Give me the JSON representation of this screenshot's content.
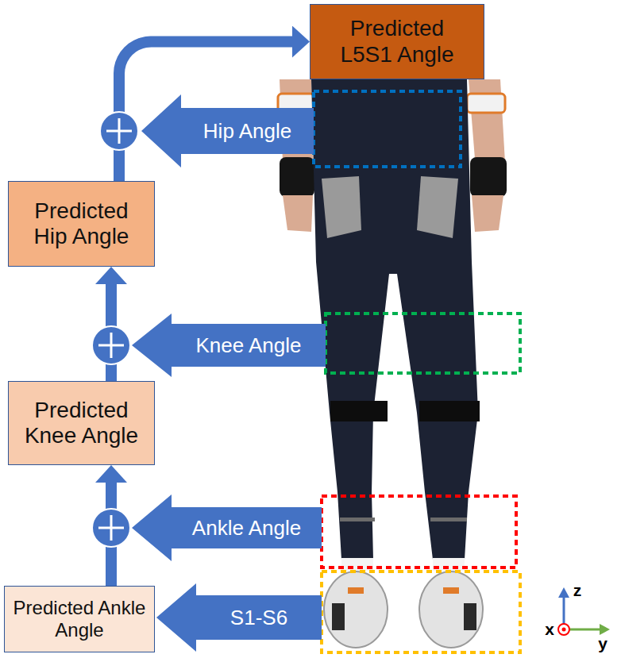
{
  "diagram": {
    "nodes": [
      {
        "text": [
          "Predicted L5S1 Angle"
        ]
      },
      {
        "text": [
          "Predicted Hip Angle"
        ]
      },
      {
        "text": [
          "Predicted Knee Angle"
        ]
      },
      {
        "text": [
          "Predicted Ankle Angle"
        ]
      }
    ],
    "edges": [
      {
        "from": 3,
        "to": 2,
        "arrow": "to"
      },
      {
        "from": 2,
        "to": 1,
        "arrow": "to"
      },
      {
        "from": 1,
        "to": 0,
        "arrow": "to"
      }
    ],
    "labels": [
      "Hip Angle",
      "Knee Angle",
      "Ankle Angle",
      "S1-S6",
      "z",
      "x",
      "y"
    ]
  }
}
